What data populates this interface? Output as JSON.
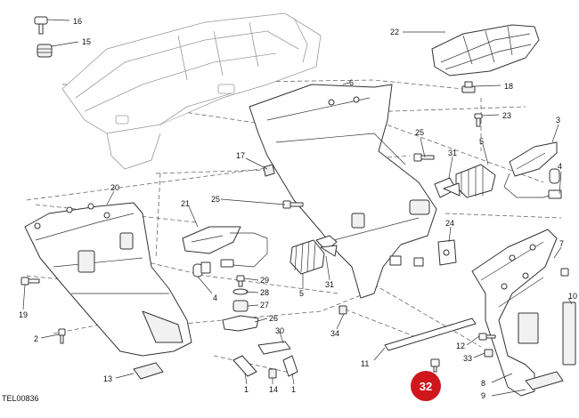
{
  "drawing_code": "TEL00836",
  "page_number": "32",
  "colors": {
    "badge": "#d0161d",
    "ink": "#333333"
  },
  "callouts": {
    "c1a": "1",
    "c1b": "1",
    "c2": "2",
    "c3": "3",
    "c4": "4",
    "c5a": "5",
    "c5b": "5",
    "c6": "6",
    "c7": "7",
    "c8": "8",
    "c9": "9",
    "c10": "10",
    "c11": "11",
    "c12": "12",
    "c13": "13",
    "c14": "14",
    "c15": "15",
    "c16": "16",
    "c17": "17",
    "c18": "18",
    "c19": "19",
    "c20": "20",
    "c21": "21",
    "c22": "22",
    "c23": "23",
    "c24": "24",
    "c25a": "25",
    "c25b": "25",
    "c26": "26",
    "c27": "27",
    "c28": "28",
    "c29": "29",
    "c30": "30",
    "c31a": "31",
    "c31b": "31",
    "c33": "33",
    "c34": "34"
  }
}
